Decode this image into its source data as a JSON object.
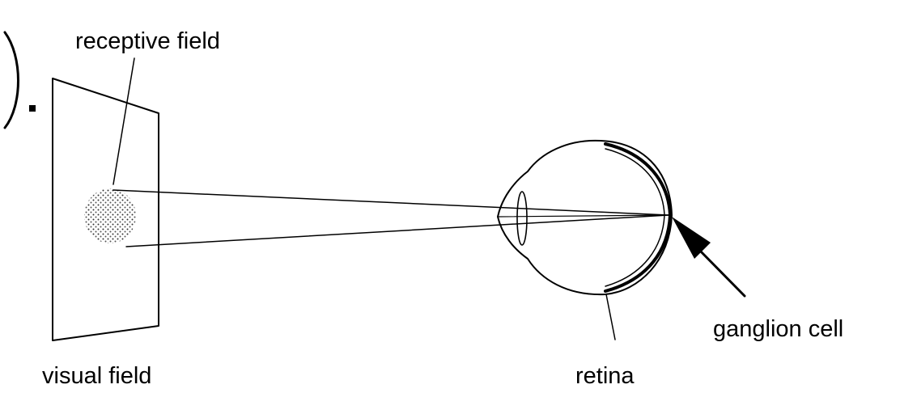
{
  "labels": {
    "receptive_field": "receptive field",
    "visual_field": "visual field",
    "retina": "retina",
    "ganglion_cell": "ganglion cell"
  },
  "colors": {
    "ink": "#000000",
    "background": "#ffffff"
  }
}
